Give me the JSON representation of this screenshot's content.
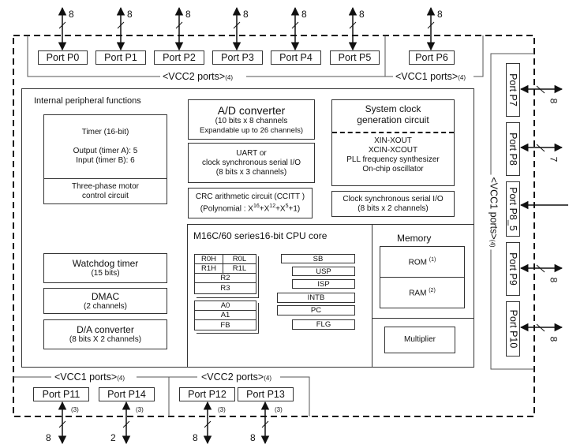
{
  "top_ports": [
    {
      "name": "Port P0",
      "bits": "8"
    },
    {
      "name": "Port P1",
      "bits": "8"
    },
    {
      "name": "Port P2",
      "bits": "8"
    },
    {
      "name": "Port P3",
      "bits": "8"
    },
    {
      "name": "Port P4",
      "bits": "8"
    },
    {
      "name": "Port P5",
      "bits": "8"
    },
    {
      "name": "Port P6",
      "bits": "8"
    }
  ],
  "top_groups": {
    "vcc2": {
      "label": "<VCC2 ports>",
      "note": "(4)"
    },
    "vcc1": {
      "label": "<VCC1 ports>",
      "note": "(4)"
    }
  },
  "right_ports": [
    {
      "name": "Port P7",
      "bits": "8"
    },
    {
      "name": "Port P8",
      "bits": "7"
    },
    {
      "name": "Port P8_5",
      "bits": ""
    },
    {
      "name": "Port P9",
      "bits": "8"
    },
    {
      "name": "Port P10",
      "bits": "8"
    }
  ],
  "right_group": {
    "label": "<VCC1 ports>",
    "note": "(4)"
  },
  "bottom_groups": {
    "vcc1": {
      "label": "<VCC1 ports>",
      "note": "(4)"
    },
    "vcc2": {
      "label": "<VCC2 ports>",
      "note": "(4)"
    }
  },
  "bottom_ports": [
    {
      "name": "Port P11",
      "bits": "8",
      "note": "(3)"
    },
    {
      "name": "Port P14",
      "bits": "2",
      "note": "(3)"
    },
    {
      "name": "Port P12",
      "bits": "8",
      "note": "(3)"
    },
    {
      "name": "Port P13",
      "bits": "8",
      "note": "(3)"
    }
  ],
  "peripherals": {
    "title": "Internal peripheral functions",
    "timer": {
      "title": "Timer (16-bit)",
      "line1": "Output (timer A): 5",
      "line2": "Input (timer B): 6",
      "motor1": "Three-phase motor",
      "motor2": "control circuit"
    },
    "adc": {
      "title": "A/D converter",
      "line1": "(10 bits x 8 channels",
      "line2": "Expandable up to 26 channels)"
    },
    "uart": {
      "line1": "UART or",
      "line2": "clock synchronous serial I/O",
      "line3": "(8 bits x 3 channels)"
    },
    "crc": {
      "line1": "CRC arithmetic circuit (CCITT )",
      "line2_prefix": "(Polynomial : X",
      "e1": "16",
      "p2": "+X",
      "e2": "12",
      "p3": "+X",
      "e3": "5",
      "suffix": "+1)"
    },
    "sysclk": {
      "title1": "System clock",
      "title2": "generation circuit",
      "items": [
        "XIN-XOUT",
        "XCIN-XCOUT",
        "PLL frequency synthesizer",
        "On-chip oscillator"
      ]
    },
    "clksio": {
      "line1": "Clock synchronous serial I/O",
      "line2": "(8 bits x 2 channels)"
    },
    "watchdog": {
      "title": "Watchdog timer",
      "sub": "(15 bits)"
    },
    "dmac": {
      "title": "DMAC",
      "sub": "(2 channels)"
    },
    "dac": {
      "title": "D/A converter",
      "sub": "(8 bits X 2 channels)"
    }
  },
  "cpu": {
    "title": "M16C/60 series16-bit CPU core",
    "regs_data": {
      "r0h": "R0H",
      "r0l": "R0L",
      "r1h": "R1H",
      "r1l": "R1L",
      "r2": "R2",
      "r3": "R3"
    },
    "regs_addr": {
      "a0": "A0",
      "a1": "A1",
      "fb": "FB"
    },
    "regs_ctrl": {
      "sb": "SB",
      "usp": "USP",
      "isp": "ISP",
      "intb": "INTB",
      "pc": "PC",
      "flg": "FLG"
    }
  },
  "memory": {
    "title": "Memory",
    "rom": "ROM",
    "rom_note": "(1)",
    "ram": "RAM",
    "ram_note": "(2)"
  },
  "multiplier": "Multiplier"
}
